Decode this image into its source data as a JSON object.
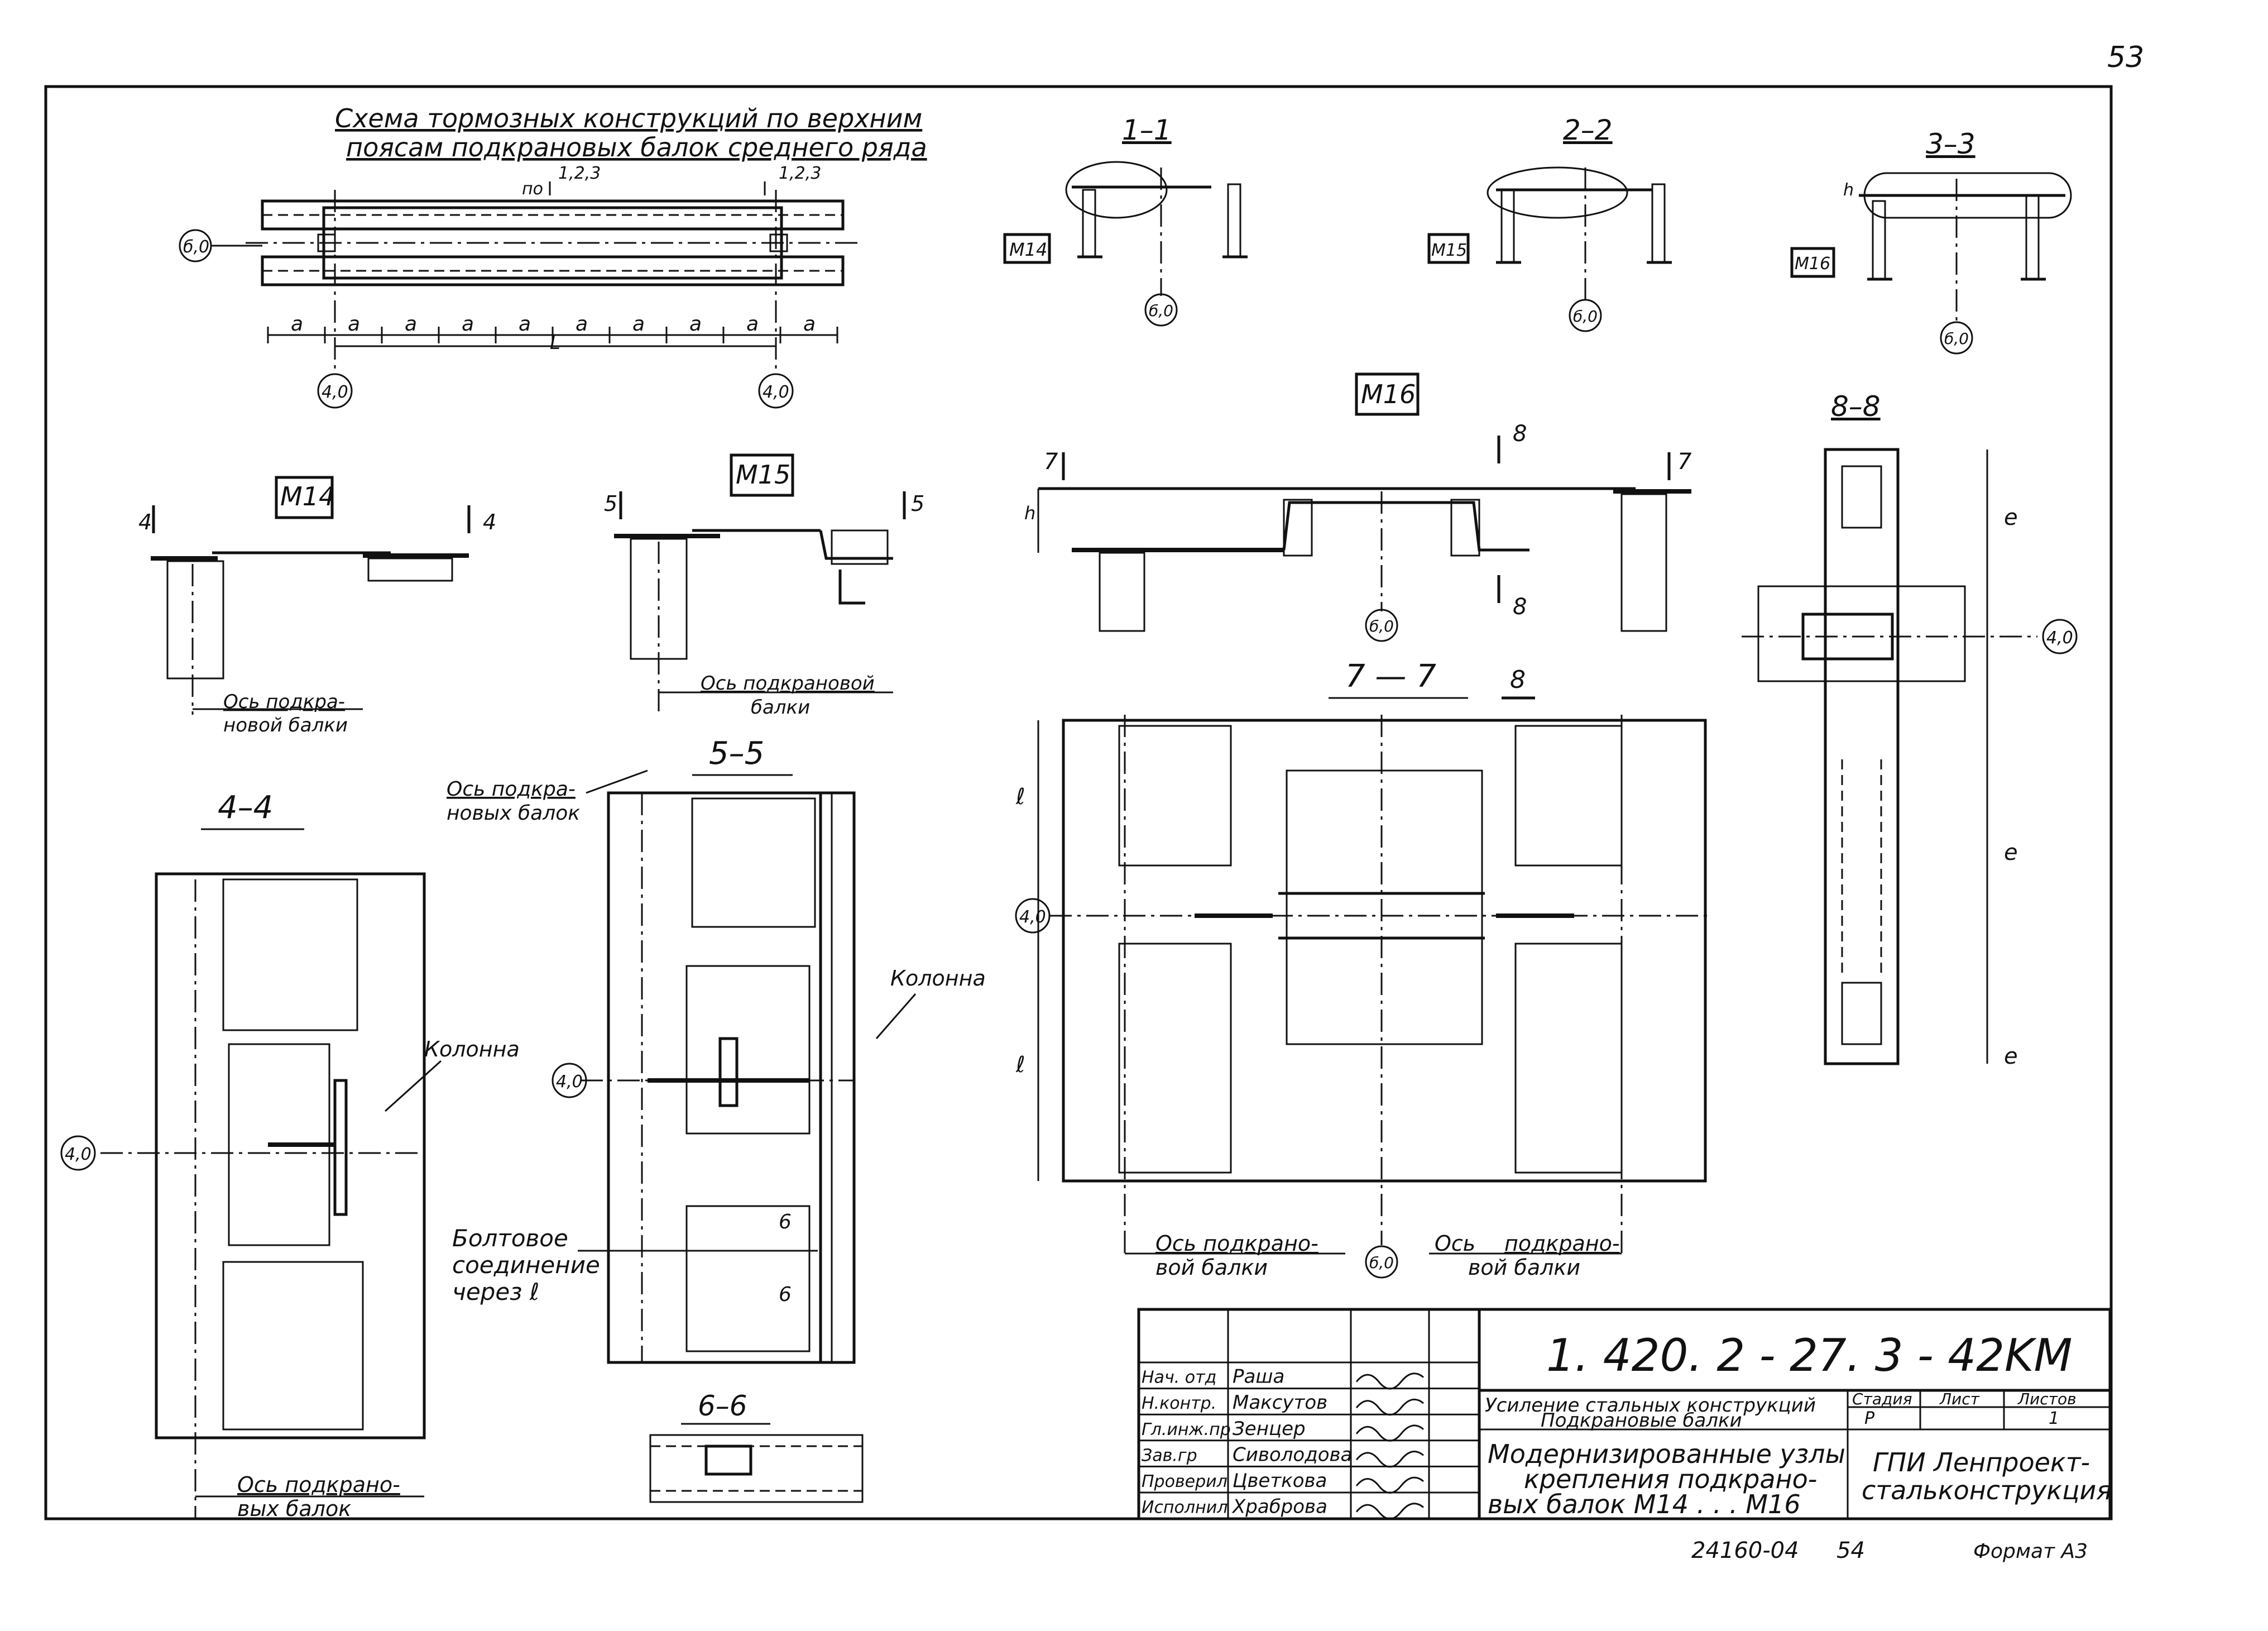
{
  "page_number": "53",
  "schema": {
    "title_line1": "Схема тормозных конструкций по верхним",
    "title_line2": "поясам подкрановых балок среднего ряда",
    "node_label_po": "по",
    "node_label_123": "1,2,3",
    "node_label_123b": "1,2,3",
    "bay_label": "a",
    "span_label": "L",
    "axis_left": "4,0",
    "axis_right": "4,0",
    "axis_row": "б,0"
  },
  "sections_top": [
    {
      "title": "1–1",
      "node": "M14",
      "axis": "б,0"
    },
    {
      "title": "2–2",
      "node": "M15",
      "axis": "б,0"
    },
    {
      "title": "3–3",
      "node": "M16",
      "axis": "б,0",
      "dim": "h"
    }
  ],
  "nodes": {
    "m14": {
      "title": "M14",
      "cut_left": "4",
      "cut_right": "4",
      "caption_line1": "Ось подкра-",
      "caption_line2": "новой балки"
    },
    "m15": {
      "title": "M15",
      "cut_left": "5",
      "cut_right": "5",
      "caption_line1": "Ось подкрановой",
      "caption_line2": "балки"
    },
    "m16": {
      "title": "M16",
      "cut_left": "7",
      "cut_right": "7",
      "cut_top": "8",
      "cut_bottom": "8",
      "dim": "h",
      "axis": "б,0"
    }
  },
  "section_44": {
    "title": "4–4",
    "label_column": "Колонна",
    "axis": "4,0",
    "caption_line1": "Ось подкрано-",
    "caption_line2": "вых балок"
  },
  "section_55": {
    "title": "5–5",
    "label_axis_line1": "Ось подкра-",
    "label_axis_line2": "новых балок",
    "label_column": "Колонна",
    "label_bolt_line1": "Болтовое",
    "label_bolt_line2": "соединение",
    "label_bolt_line3": "через ℓ",
    "cut": "6",
    "axis": "4,0"
  },
  "section_66": {
    "title": "6–6"
  },
  "section_77": {
    "title": "7 — 7",
    "cut": "8",
    "axis_left": "4,0",
    "axis_bottom": "б,0",
    "caption_left_line1": "Ось подкрано-",
    "caption_left_line2": "вой балки",
    "caption_right_line1": "Ось",
    "caption_right_line2": "подкрано-",
    "caption_right_line3": "вой балки",
    "dim": "ℓ"
  },
  "section_88": {
    "title": "8–8",
    "axis": "4,0",
    "dim": "e"
  },
  "title_block": {
    "code": "1. 420. 2 - 27. 3 - 42KM",
    "roles": [
      "Нач. отд",
      "Н.контр.",
      "Гл.инж.пр",
      "Зав.гр",
      "Проверил",
      "Исполнил"
    ],
    "names": [
      "Раша",
      "Максутов",
      "Зенцер",
      "Сиволодова",
      "Цветкова",
      "Храброва"
    ],
    "project_line1": "Усиление стальных конструкций",
    "project_line2": "Подкрановые балки",
    "stage_header": "Стадия",
    "sheet_header": "Лист",
    "sheets_header": "Листов",
    "stage": "Р",
    "sheets": "1",
    "drawing_line1": "Модернизированные узлы",
    "drawing_line2": "крепления подкрано-",
    "drawing_line3": "вых балок  M14 . . . M16",
    "org_line1": "ГПИ  Ленпроект-",
    "org_line2": "стальконструкция",
    "inv_no": "24160-04",
    "copy_no": "54",
    "format": "Формат А3"
  }
}
